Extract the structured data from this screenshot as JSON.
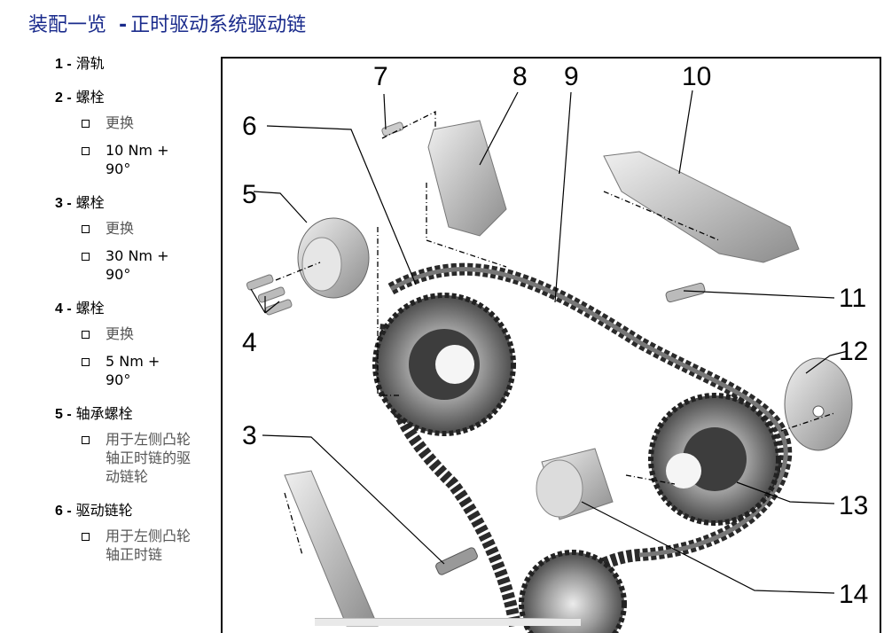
{
  "header": {
    "title_left": "装配一览",
    "dash": "-",
    "title_right": "正时驱动系统驱动链"
  },
  "items": [
    {
      "num": "1 -",
      "label": "滑轨",
      "subs": []
    },
    {
      "num": "2 -",
      "label": "螺栓",
      "subs": [
        {
          "text": "更换"
        },
        {
          "text": "10 Nm + 90°"
        }
      ]
    },
    {
      "num": "3 -",
      "label": "螺栓",
      "subs": [
        {
          "text": "更换"
        },
        {
          "text": "30 Nm + 90°"
        }
      ]
    },
    {
      "num": "4 -",
      "label": "螺栓",
      "subs": [
        {
          "text": "更换"
        },
        {
          "text": "5 Nm + 90°"
        }
      ]
    },
    {
      "num": "5 -",
      "label": "轴承螺栓",
      "subs": [
        {
          "text": "用于左侧凸轮轴正时链的驱动链轮"
        }
      ]
    },
    {
      "num": "6 -",
      "label": "驱动链轮",
      "subs": [
        {
          "text": "用于左侧凸轮轴正时链"
        }
      ]
    }
  ],
  "figure": {
    "callouts": [
      "7",
      "8",
      "9",
      "10",
      "6",
      "5",
      "4",
      "11",
      "12",
      "3",
      "13",
      "14"
    ]
  }
}
